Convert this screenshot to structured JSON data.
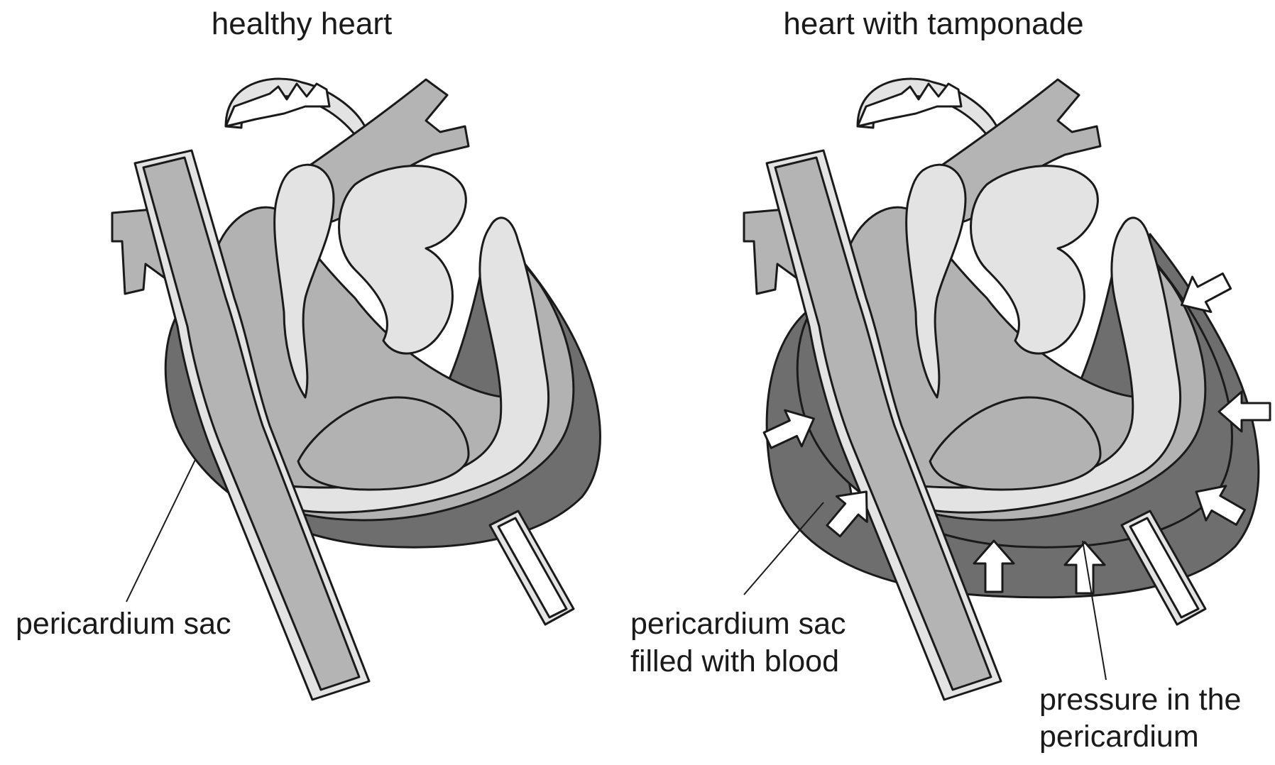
{
  "panels": [
    {
      "title": "healthy heart",
      "labels": [
        "pericardium sac"
      ]
    },
    {
      "title": "heart with tamponade",
      "labels": [
        "pericardium sac",
        "filled with blood",
        "pressure in the",
        "pericardium"
      ]
    }
  ],
  "colors": {
    "pericardium": "#6e6e6e",
    "myocardium": "#b2b2b2",
    "chamber_light": "#e3e3e3",
    "vessel": "#b4b4b4",
    "outline": "#1a1a1a",
    "background": "#ffffff"
  },
  "icons": [
    "pressure-arrow-icon"
  ]
}
